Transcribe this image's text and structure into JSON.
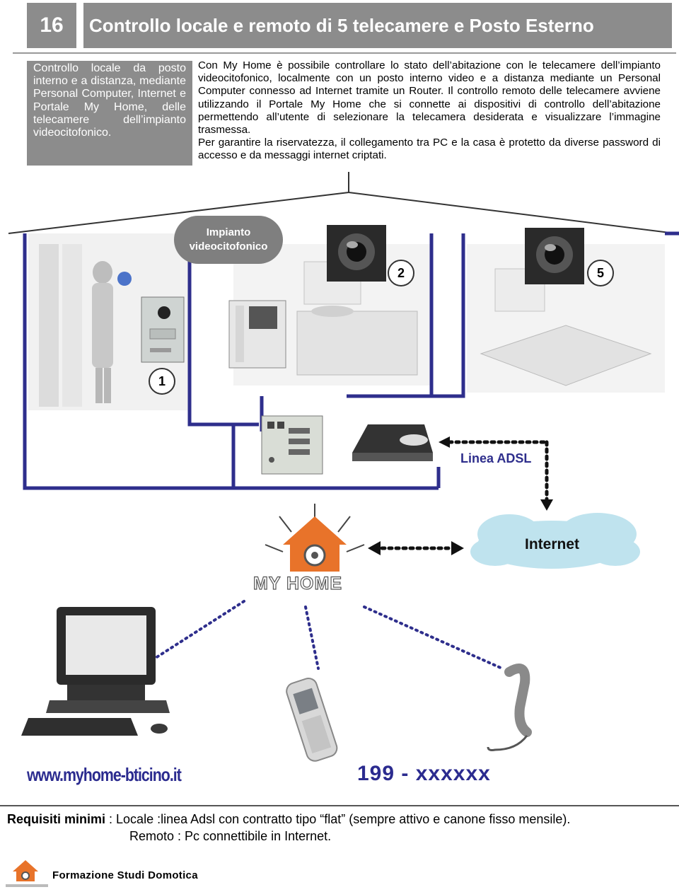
{
  "header": {
    "page_number": "16",
    "title": "Controllo locale e remoto di 5 telecamere e Posto Esterno"
  },
  "sidebar": {
    "text": "Controllo locale da posto interno e a distanza, mediante Personal Computer, Internet e Portale My Home, delle telecamere dell’impianto videocitofonico."
  },
  "intro": {
    "paragraph1": "Con My Home è possibile controllare lo stato dell’abitazione con le telecamere dell’impianto videocitofonico, localmente con un posto interno video e a distanza mediante un Personal Computer connesso ad Internet tramite un Router. Il controllo remoto delle telecamere avviene  utilizzando il Portale My Home che si connette ai dispositivi di controllo dell’abitazione permettendo all’utente di selezionare la telecamera desiderata e visualizzare l’immagine trasmessa.",
    "paragraph2": "Per garantire la riservatezza, il collegamento tra PC e la casa è protetto da diverse password di accesso e da messaggi internet criptati."
  },
  "diagram": {
    "impianto_label": "Impianto videocitofonico",
    "camera_badges": [
      "1",
      "2",
      "5"
    ],
    "adsl_label": "Linea ADSL",
    "internet_label": "Internet",
    "brand": "MY HOME",
    "website": "www.myhome-bticino.it",
    "phone_number": "199 - xxxxxx"
  },
  "requirements": {
    "label": "Requisiti minimi",
    "local": " : Locale :linea Adsl con contratto tipo “flat” (sempre attivo e canone fisso mensile).",
    "remote": "Remoto : Pc connettibile in Internet."
  },
  "footer": {
    "text": "Formazione Studi Domotica"
  },
  "colors": {
    "header_gray": "#8c8c8c",
    "line_blue": "#2e2e8c",
    "cloud": "#bfe3ee",
    "logo_orange": "#e8732a"
  }
}
